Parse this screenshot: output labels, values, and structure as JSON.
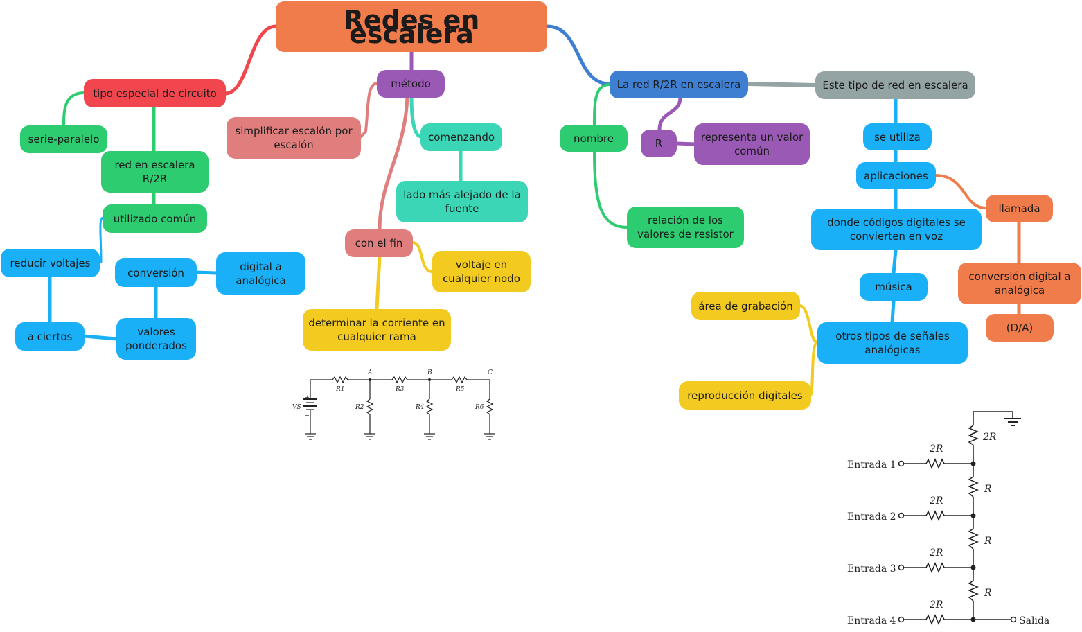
{
  "title": "Redes en escalera",
  "nodes": {
    "tipo": "tipo especial de circuito",
    "serie": "serie-paralelo",
    "red_escalera": "red en escalera R/2R",
    "utilizado": "utilizado común",
    "reducir": "reducir voltajes",
    "conversion": "conversión",
    "digital_analogica": "digital a analógica",
    "a_ciertos": "a ciertos",
    "valores": "valores ponderados",
    "metodo": "método",
    "simplificar": "simplificar escalón por escalón",
    "comenzando": "comenzando",
    "lado": "lado más alejado de la fuente",
    "con_fin": "con el fin",
    "voltaje": "voltaje en cualquier nodo",
    "determinar": "determinar la corriente en cualquier rama",
    "red_r2r": "La red R/2R en escalera",
    "nombre": "nombre",
    "r": "R",
    "representa": "representa un valor común",
    "relacion": "relación de los valores de resistor",
    "este_tipo": "Este tipo de red en escalera",
    "se_utiliza": "se utiliza",
    "aplicaciones": "aplicaciones",
    "llamada": "llamada",
    "donde": "donde códigos digitales se convierten en voz",
    "conv_da": "conversión digital a analógica",
    "da": "(D/A)",
    "musica": "música",
    "area": "área de grabación",
    "otros": "otros tipos de señales analógicas",
    "reproduccion": "reproducción digitales"
  },
  "ladder_circuit": {
    "vs": "VS",
    "nodes": [
      "A",
      "B",
      "C"
    ],
    "resistors": [
      "R1",
      "R2",
      "R3",
      "R4",
      "R5",
      "R6"
    ]
  },
  "r2r_circuit": {
    "inputs": [
      "Entrada 1",
      "Entrada 2",
      "Entrada 3",
      "Entrada 4"
    ],
    "output": "Salida",
    "input_res": "2R",
    "top_res": "2R",
    "series_res": "R"
  },
  "colors": {
    "orange": "#f07b4b",
    "red": "#f2464e",
    "green": "#2ecc71",
    "purple": "#9b59b6",
    "pink": "#e07e7e",
    "teal": "#3ad6b6",
    "blue": "#3f7fd2",
    "sky": "#1ab0f7",
    "yellow": "#f3ca20",
    "gray": "#94a4a4"
  }
}
